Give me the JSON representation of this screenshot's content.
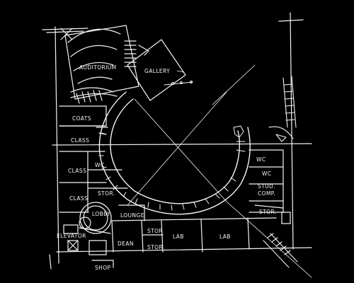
{
  "rooms": {
    "auditorium": "AUDITORIUM",
    "gallery": "GALLERY",
    "coats": "COATS",
    "class_1": "CLASS",
    "class_2": "CLASS",
    "class_3": "CLASS",
    "wc_left": "WC",
    "stor_left": "STOR.",
    "lobby": "LOBBY",
    "lounge": "LOUNGE",
    "dean": "DEAN",
    "stor_a": "STOR",
    "stor_b": "STOR",
    "lab_1": "LAB",
    "lab_2": "LAB",
    "wc_right_1": "WC",
    "wc_right_2": "WC",
    "stud_comp_1": "STUD.",
    "stud_comp_2": "COMP.",
    "stor_right": "STOR.",
    "elevator": "ELEVATOR",
    "shop": "SHOP"
  },
  "colors": {
    "background": "#000000",
    "line": "#f4f4f4"
  }
}
